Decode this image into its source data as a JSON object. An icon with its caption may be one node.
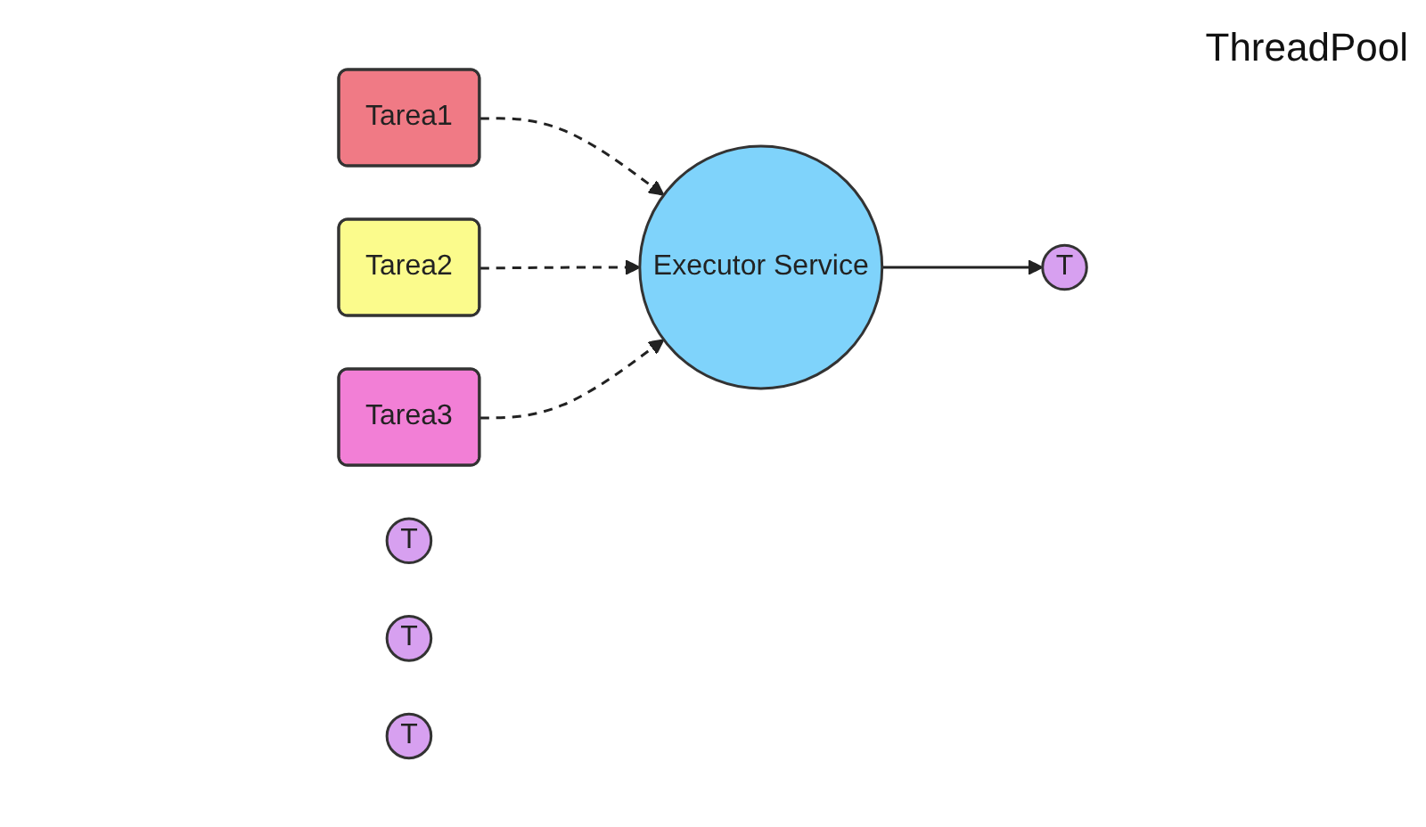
{
  "diagram": {
    "nodes": [
      {
        "text": [
          "Tarea1"
        ]
      },
      {
        "text": [
          "Tarea2"
        ]
      },
      {
        "text": [
          "Tarea3"
        ]
      },
      {
        "text": [
          "Executor Service"
        ]
      },
      {
        "text": [
          "T"
        ]
      },
      {
        "text": [
          "T"
        ]
      },
      {
        "text": [
          "T"
        ]
      },
      {
        "text": [
          "T"
        ]
      }
    ],
    "edges": [
      {
        "from": 0,
        "to": 3,
        "arrow": "to",
        "style": "dashed"
      },
      {
        "from": 1,
        "to": 3,
        "arrow": "to",
        "style": "dashed"
      },
      {
        "from": 2,
        "to": 3,
        "arrow": "to",
        "style": "dashed"
      },
      {
        "from": 3,
        "to": 7,
        "arrow": "to"
      }
    ],
    "labels": [
      "ThreadPool"
    ]
  }
}
